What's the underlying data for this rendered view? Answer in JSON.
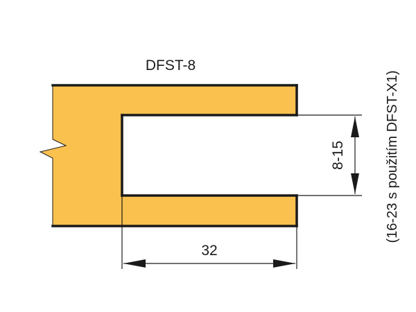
{
  "title": "DFST-8",
  "colors": {
    "profile_fill": "#FBC14F",
    "outline": "#1a1a1a",
    "dimension_line": "#1a1a1a",
    "background": "#ffffff"
  },
  "dimensions": {
    "groove_width": "32",
    "groove_height": "8-15"
  },
  "note": "(16-23 s použitím DFST-X1)"
}
